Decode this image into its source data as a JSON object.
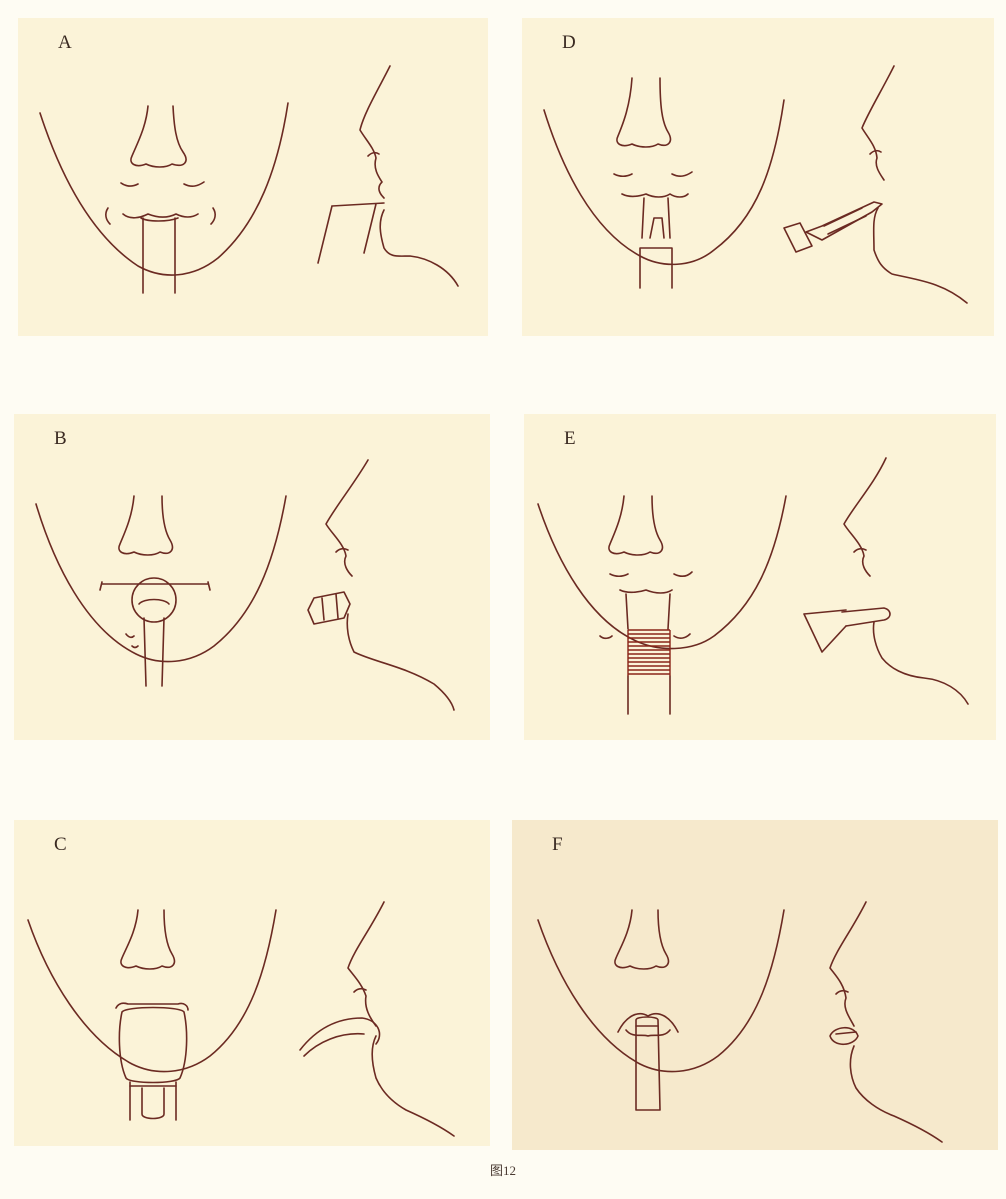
{
  "panels": {
    "a": {
      "label": "A"
    },
    "b": {
      "label": "B"
    },
    "c": {
      "label": "C"
    },
    "d": {
      "label": "D"
    },
    "e": {
      "label": "E"
    },
    "f": {
      "label": "F"
    }
  },
  "caption": "图12",
  "colors": {
    "ink": "#6b2a22",
    "paper": "#fbf3d8",
    "wrap": "#8a2418"
  }
}
